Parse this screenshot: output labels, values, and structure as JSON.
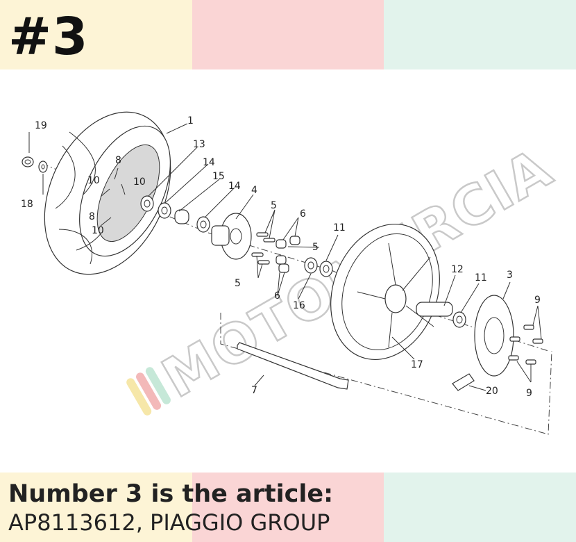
{
  "header": {
    "badge": "#3"
  },
  "theme": {
    "band_colors": [
      "#fdf4d6",
      "#fad5d5",
      "#e2f3ec"
    ]
  },
  "diagram": {
    "watermark": "MOTOMURCIA",
    "callouts": [
      "1",
      "3",
      "4",
      "5",
      "5",
      "5",
      "6",
      "6",
      "7",
      "8",
      "8",
      "9",
      "9",
      "10",
      "10",
      "10",
      "11",
      "11",
      "12",
      "13",
      "14",
      "14",
      "15",
      "16",
      "17",
      "18",
      "19",
      "20"
    ]
  },
  "caption": {
    "line1": "Number 3 is the article:",
    "line2": "AP8113612, PIAGGIO GROUP"
  }
}
